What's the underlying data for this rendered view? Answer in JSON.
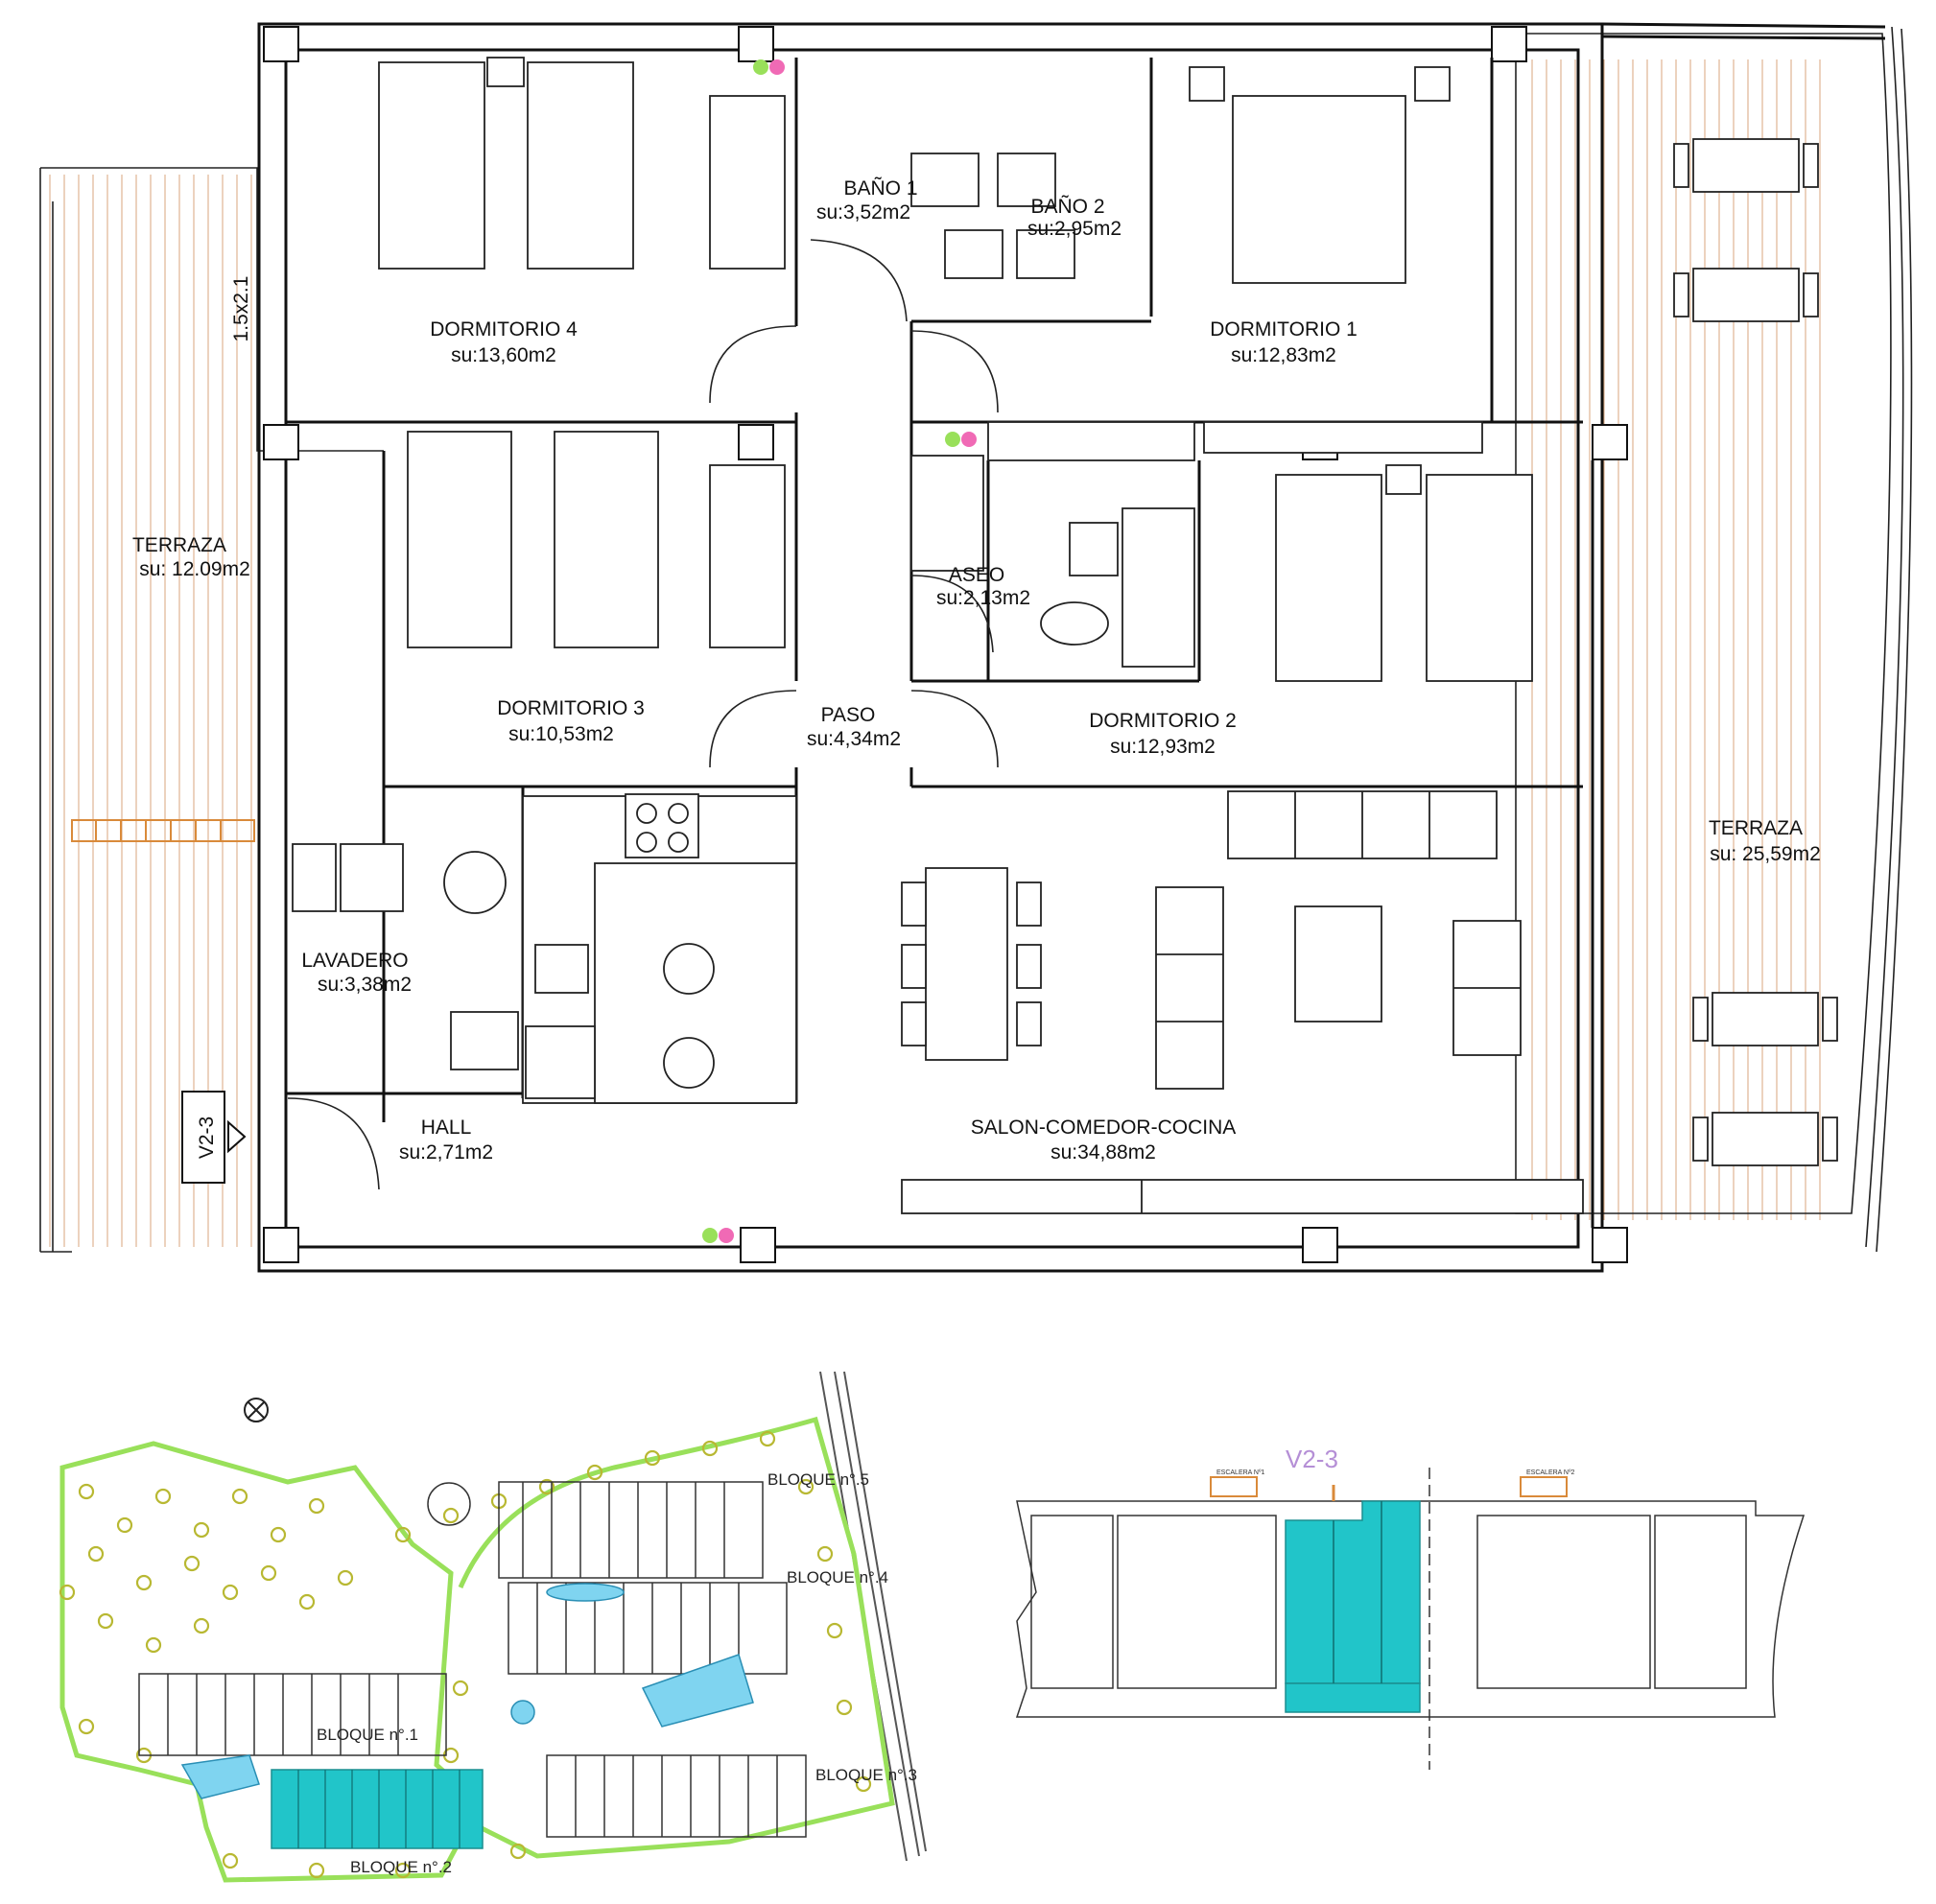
{
  "plan": {
    "unit_tag": "V2-3",
    "rooms": [
      {
        "name": "DORMITORIO 4",
        "area": "su:13,60m2"
      },
      {
        "name": "BAÑO 1",
        "area": "su:3,52m2"
      },
      {
        "name": "BAÑO 2",
        "area": "su:2,95m2"
      },
      {
        "name": "DORMITORIO 1",
        "area": "su:12,83m2"
      },
      {
        "name": "TERRAZA",
        "area": "su: 12.09m2"
      },
      {
        "name": "DORMITORIO 3",
        "area": "su:10,53m2"
      },
      {
        "name": "ASEO",
        "area": "su:2,13m2"
      },
      {
        "name": "PASO",
        "area": "su:4,34m2"
      },
      {
        "name": "DORMITORIO 2",
        "area": "su:12,93m2"
      },
      {
        "name": "TERRAZA",
        "area": "su: 25,59m2"
      },
      {
        "name": "LAVADERO",
        "area": "su:3,38m2"
      },
      {
        "name": "HALL",
        "area": "su:2,71m2"
      },
      {
        "name": "SALON-COMEDOR-COCINA",
        "area": "su:34,88m2"
      }
    ],
    "window_note": "1.5x2.1"
  },
  "site_plan": {
    "blocks": [
      "BLOQUE n°.5",
      "BLOQUE n°.4",
      "BLOQUE n°.1",
      "BLOQUE n°.2",
      "BLOQUE n°.3"
    ],
    "highlight_color": "#21c5c9"
  },
  "floor_key": {
    "unit_label": "V2-3",
    "unit_label_color": "#b58fd6",
    "stair_labels": [
      "ESCALERA Nº1",
      "ESCALERA Nº2"
    ]
  }
}
